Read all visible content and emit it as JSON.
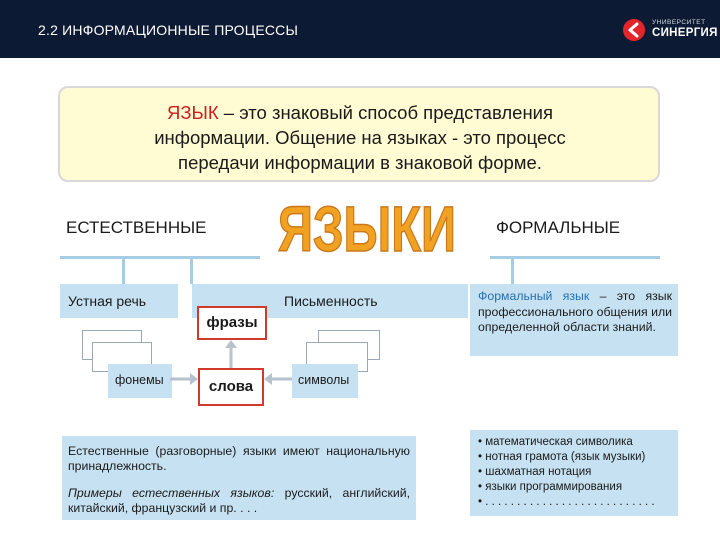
{
  "header": {
    "title": "2.2 ИНФОРМАЦИОННЫЕ ПРОЦЕССЫ",
    "logo_small": "УНИВЕРСИТЕТ",
    "logo_big": "СИНЕРГИЯ"
  },
  "definition": {
    "term": "ЯЗЫК",
    "line1_rest": " – это знаковый  способ  представления",
    "line2": "информации. Общение  на  языках  - это  процесс",
    "line3": "передачи  информации  в  знаковой  форме."
  },
  "center_title": "ЯЗЫКИ",
  "natural": {
    "title": "ЕСТЕСТВЕННЫЕ",
    "oral": "Устная  речь",
    "phonemes": "фонемы",
    "description": "Естественные  (разговорные)  языки  имеют национальную принадлежность.",
    "examples_label": "Примеры  естественных  языков:",
    "examples_text": " русский, английский, китайский, французский и пр.",
    "ellipsis": ". . ."
  },
  "formal": {
    "title": "ФОРМАЛЬНЫЕ",
    "def_term": "Формальный  язык",
    "def_rest": "  –  это язык  профессионального общения  или  определенной области знаний.",
    "examples": [
      "• математическая символика",
      "• нотная грамота  (язык музыки)",
      "• шахматная нотация",
      "• языки программирования",
      "• . . . . . . . . . . . . . . . . . . . . . . . . . . ."
    ]
  },
  "writing": {
    "title": "Письменность",
    "phrases": "фразы",
    "words": "слова",
    "symbols": "символы"
  },
  "colors": {
    "header_bg": "#0d1a33",
    "panel": "#c6e2f2",
    "accent_red": "#cc1e1e",
    "title_orange": "#f2a222",
    "definition_bg": "#fffbd2"
  }
}
